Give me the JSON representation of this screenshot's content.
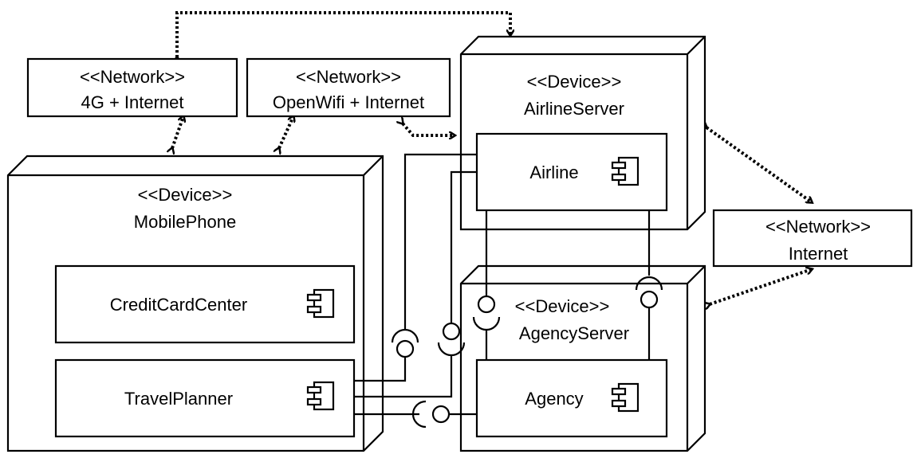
{
  "nodes": {
    "net_4g": {
      "stereotype": "<<Network>>",
      "name": "4G + Internet"
    },
    "net_openwifi": {
      "stereotype": "<<Network>>",
      "name": "OpenWifi + Internet"
    },
    "net_internet": {
      "stereotype": "<<Network>>",
      "name": "Internet"
    },
    "device_airline_server": {
      "stereotype": "<<Device>>",
      "name": "AirlineServer"
    },
    "device_mobile_phone": {
      "stereotype": "<<Device>>",
      "name": "MobilePhone"
    },
    "device_agency_server": {
      "stereotype": "<<Device>>",
      "name": "AgencyServer"
    }
  },
  "components": {
    "airline": "Airline",
    "credit_card_center": "CreditCardCenter",
    "travel_planner": "TravelPlanner",
    "agency": "Agency"
  }
}
